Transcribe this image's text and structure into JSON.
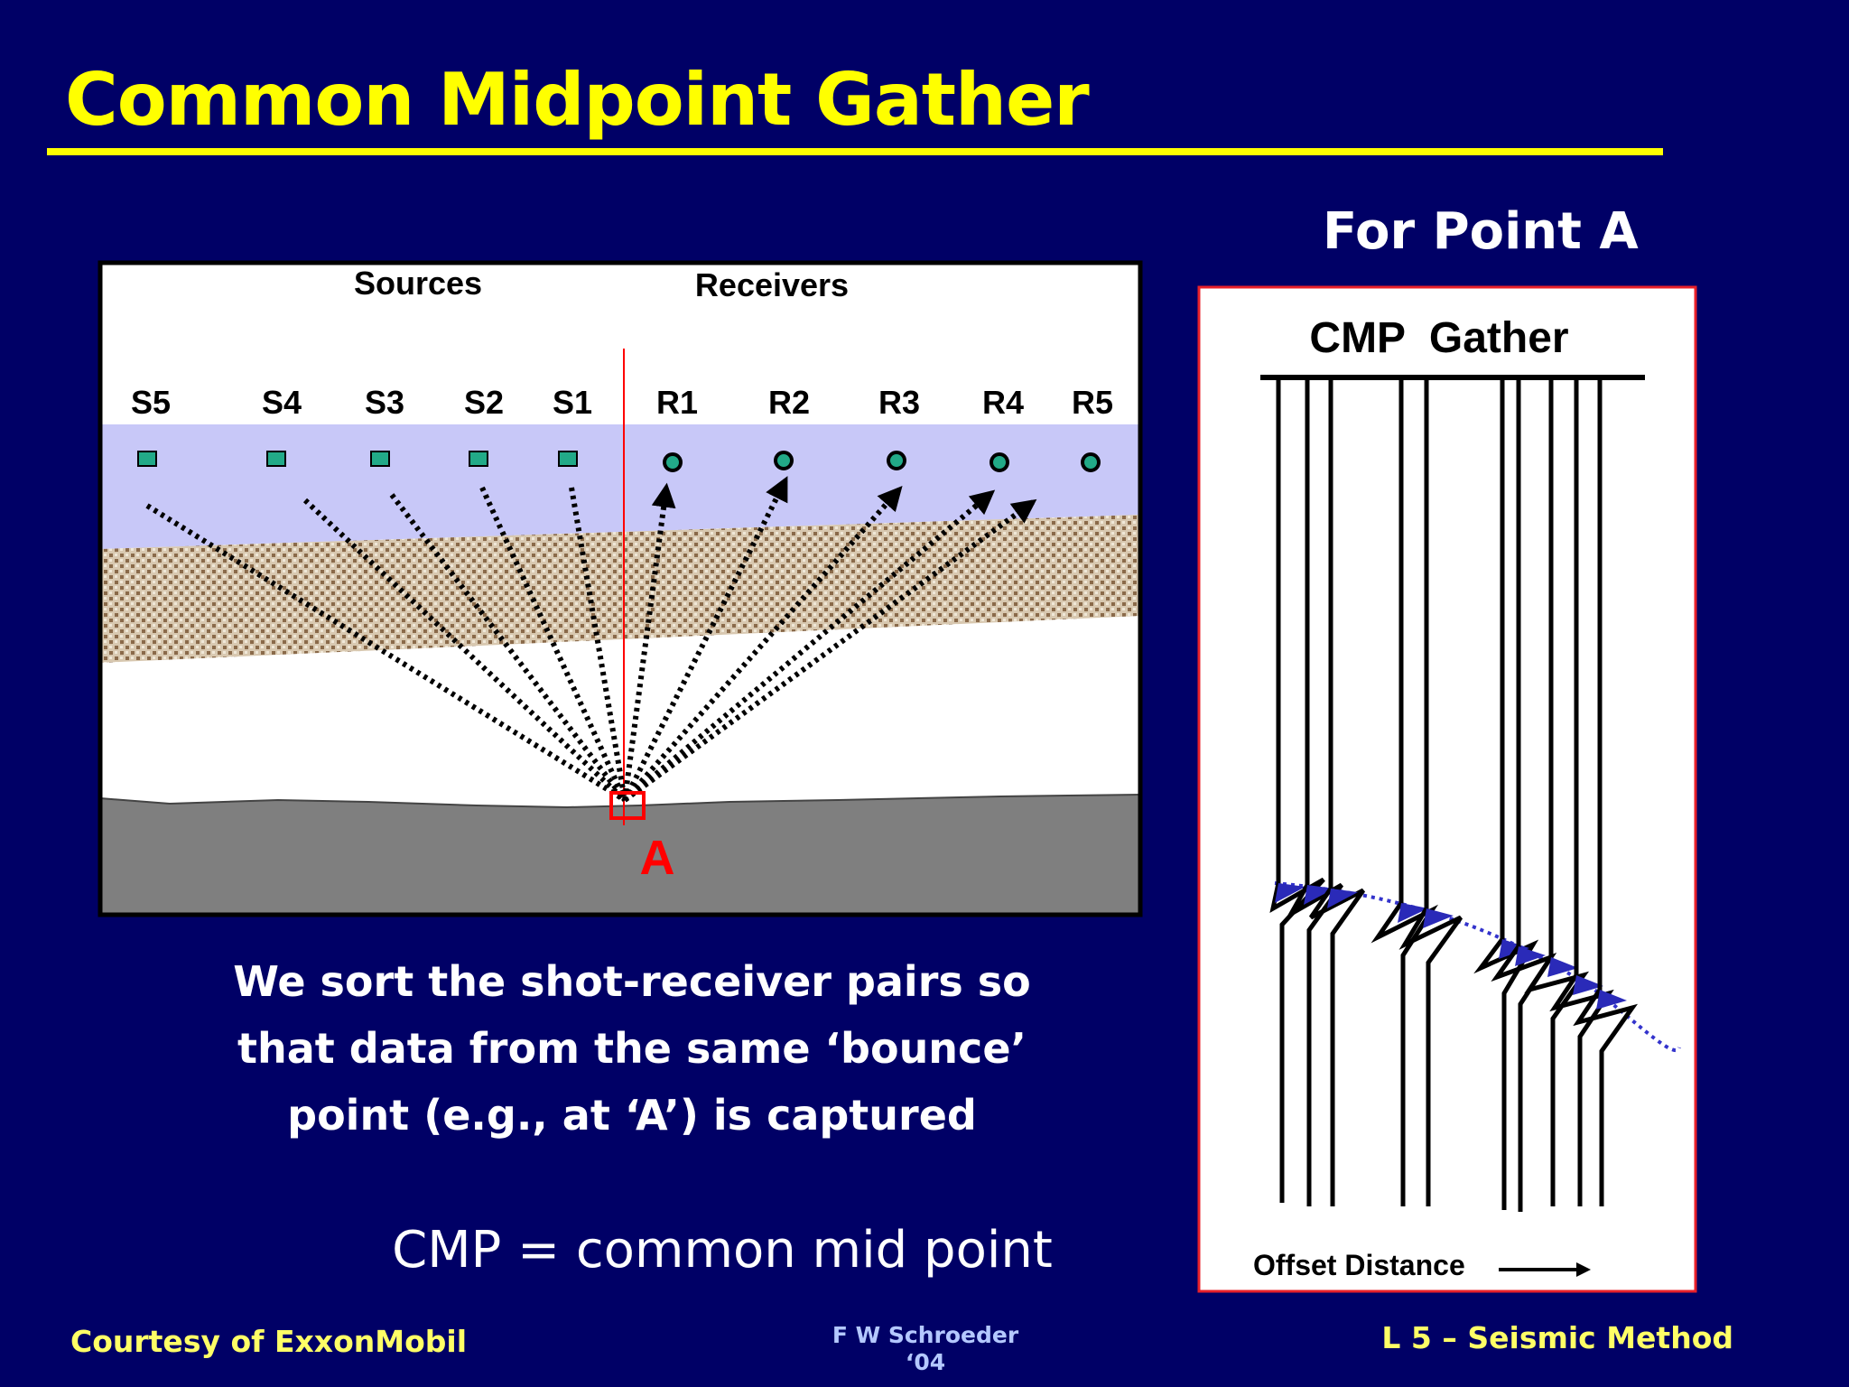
{
  "slide": {
    "title": "Common Midpoint Gather",
    "for_point": "For Point A",
    "caption_lines": [
      "We sort the shot-receiver pairs so",
      "that data from the same ‘bounce’",
      "point (e.g., at ‘A’) is captured"
    ],
    "cmp_definition": "CMP = common mid point",
    "courtesy": "Courtesy of ExxonMobil",
    "author_line1": "F W Schroeder",
    "author_line2": "‘04",
    "lecture": "L 5 – Seismic Method"
  },
  "diagram": {
    "sources_label": "Sources",
    "receivers_label": "Receivers",
    "point_label": "A",
    "sources": [
      "S5",
      "S4",
      "S3",
      "S2",
      "S1"
    ],
    "receivers": [
      "R1",
      "R2",
      "R3",
      "R4",
      "R5"
    ]
  },
  "gather": {
    "title": "CMP  Gather",
    "offset_label": "Offset Distance"
  },
  "colors": {
    "background": "#000066",
    "title": "#ffff00",
    "footer": "#ffff66",
    "source_marker": "#22aa88",
    "near_surface_layer": "#c8c8f8",
    "bedrock": "#7f7f7f",
    "midpoint_line": "#ff0000",
    "moveout_curve": "#3333cc"
  }
}
